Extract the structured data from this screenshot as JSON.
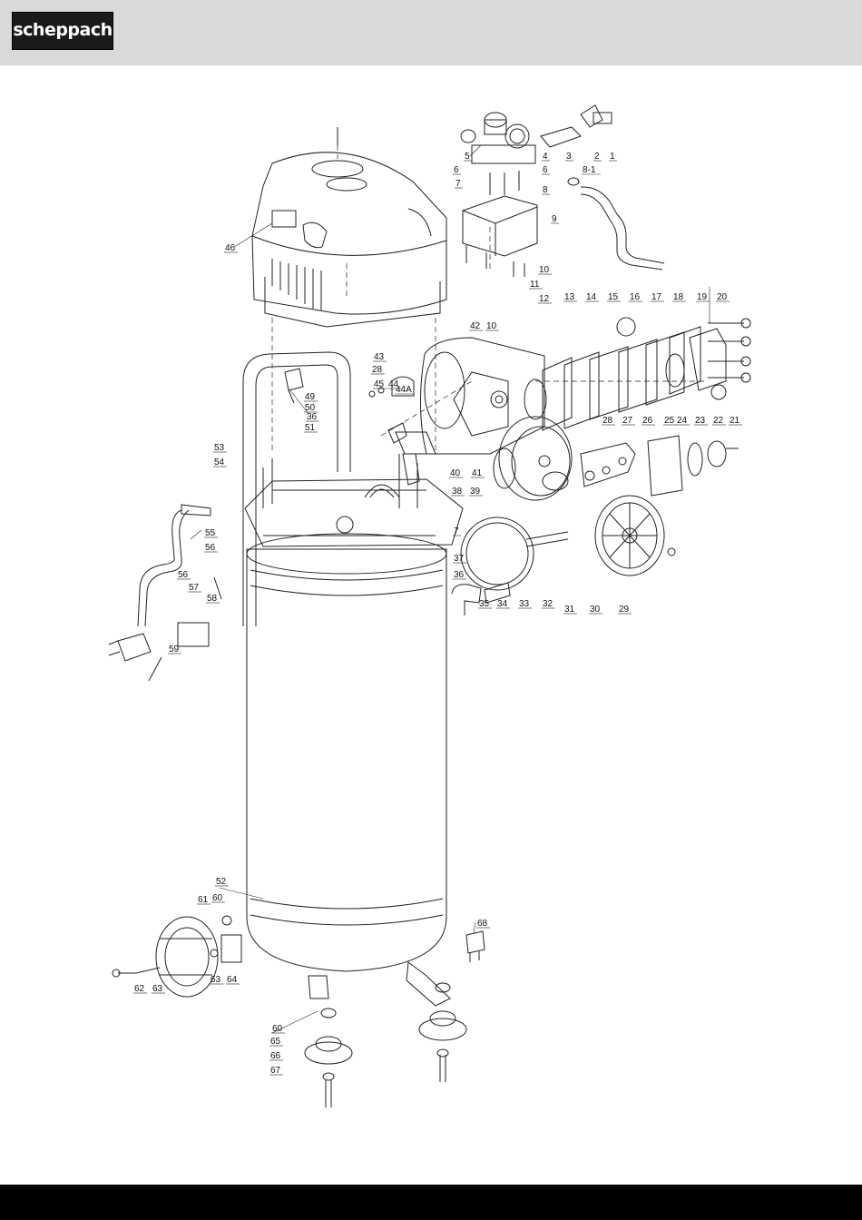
{
  "brand": {
    "logo_text": "scheppach"
  },
  "diagram": {
    "part_labels": [
      "1",
      "2",
      "3",
      "4",
      "5",
      "6",
      "6",
      "7",
      "7",
      "8",
      "8-1",
      "9",
      "10",
      "10",
      "11",
      "12",
      "13",
      "14",
      "15",
      "16",
      "17",
      "18",
      "19",
      "20",
      "21",
      "22",
      "23",
      "24",
      "25",
      "26",
      "27",
      "28",
      "28",
      "29",
      "30",
      "31",
      "32",
      "33",
      "34",
      "35",
      "36",
      "36",
      "37",
      "38",
      "39",
      "40",
      "41",
      "42",
      "43",
      "44",
      "44A",
      "45",
      "46",
      "49",
      "50",
      "51",
      "52",
      "53",
      "54",
      "55",
      "56",
      "56",
      "57",
      "58",
      "59",
      "60",
      "60",
      "61",
      "62",
      "63",
      "63",
      "64",
      "65",
      "66",
      "67",
      "68"
    ]
  },
  "colors": {
    "header_bg": "#d9d9d9",
    "footer_bg": "#000000",
    "line": "#222222"
  }
}
